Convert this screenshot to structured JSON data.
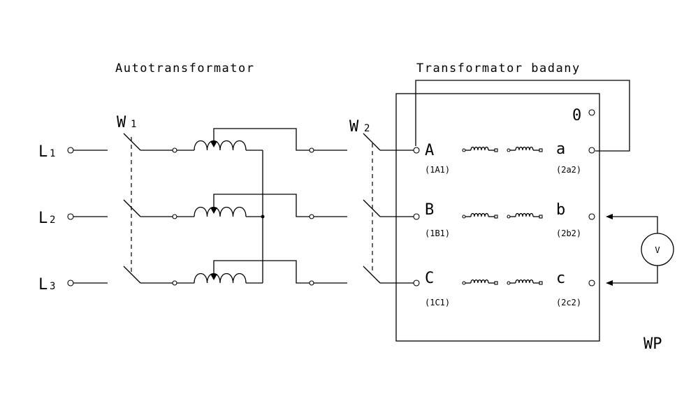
{
  "diagram": {
    "labels": {
      "autotransformer_title": "Autotransformator",
      "transformer_title": "Transformator badany",
      "switch1": "W",
      "switch1_sub": "1",
      "switch2": "W",
      "switch2_sub": "2",
      "voltmeter": "V",
      "caption": "WP",
      "neutral": "0"
    },
    "lines": [
      {
        "name": "L",
        "sub": "1"
      },
      {
        "name": "L",
        "sub": "2"
      },
      {
        "name": "L",
        "sub": "3"
      }
    ],
    "primary_terminals": [
      {
        "label": "A",
        "code": "(1A1)"
      },
      {
        "label": "B",
        "code": "(1B1)"
      },
      {
        "label": "C",
        "code": "(1C1)"
      }
    ],
    "secondary_terminals": [
      {
        "label": "a",
        "code": "(2a2)"
      },
      {
        "label": "b",
        "code": "(2b2)"
      },
      {
        "label": "c",
        "code": "(2c2)"
      }
    ]
  }
}
